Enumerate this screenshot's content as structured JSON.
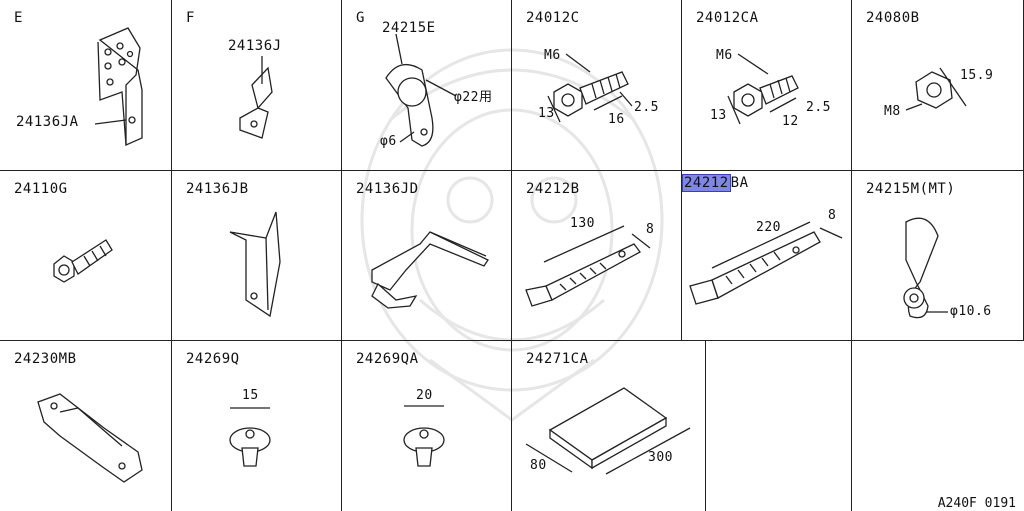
{
  "cells": [
    {
      "code": "E",
      "labels": [
        "24136JA"
      ]
    },
    {
      "code": "F",
      "labels": [
        "24136J"
      ]
    },
    {
      "code": "G",
      "labels": [
        "24215E",
        "φ22用",
        "φ6"
      ]
    },
    {
      "code": "24012C",
      "labels": [
        "M6",
        "13",
        "16",
        "2.5"
      ]
    },
    {
      "code": "24012CA",
      "labels": [
        "M6",
        "13",
        "12",
        "2.5"
      ]
    },
    {
      "code": "24080B",
      "labels": [
        "15.9",
        "M8"
      ]
    },
    {
      "code": "24110G",
      "labels": []
    },
    {
      "code": "24136JB",
      "labels": []
    },
    {
      "code": "24136JD",
      "labels": []
    },
    {
      "code": "24212B",
      "labels": [
        "130",
        "8"
      ]
    },
    {
      "code_highlight": "24212",
      "code_rest": "BA",
      "labels": [
        "220",
        "8"
      ]
    },
    {
      "code": "24215M(MT)",
      "labels": [
        "φ10.6"
      ]
    },
    {
      "code": "24230MB",
      "labels": []
    },
    {
      "code": "24269Q",
      "labels": [
        "15"
      ]
    },
    {
      "code": "24269QA",
      "labels": [
        "20"
      ]
    },
    {
      "code": "24271CA",
      "labels": [
        "80",
        "300"
      ]
    }
  ],
  "footer": "A240F 0191"
}
